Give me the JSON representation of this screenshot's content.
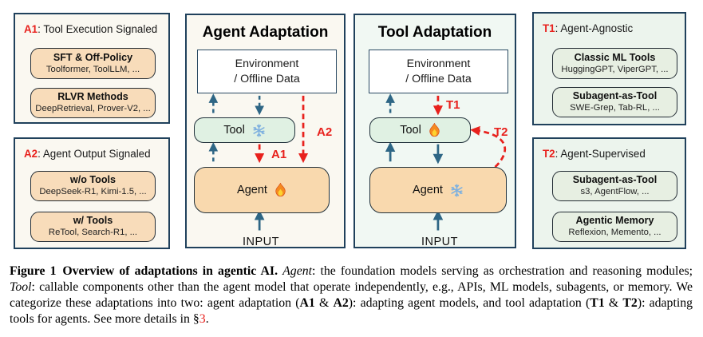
{
  "side_panels": [
    {
      "tag": "A1",
      "rest": ": Tool Execution Signaled",
      "boxes": [
        {
          "name": "SFT & Off-Policy",
          "examples": "Toolformer, ToolLLM, ..."
        },
        {
          "name": "RLVR Methods",
          "examples": "DeepRetrieval, Prover-V2, ..."
        }
      ]
    },
    {
      "tag": "A2",
      "rest": ": Agent Output Signaled",
      "boxes": [
        {
          "name": "w/o Tools",
          "examples": "DeepSeek-R1, Kimi-1.5, ..."
        },
        {
          "name": "w/ Tools",
          "examples": "ReTool, Search-R1, ..."
        }
      ]
    },
    {
      "tag": "T1",
      "rest": ": Agent-Agnostic",
      "boxes": [
        {
          "name": "Classic ML Tools",
          "examples": "HuggingGPT, ViperGPT, ..."
        },
        {
          "name": "Subagent-as-Tool",
          "examples": "SWE-Grep, Tab-RL, ..."
        }
      ]
    },
    {
      "tag": "T2",
      "rest": ": Agent-Supervised",
      "boxes": [
        {
          "name": "Subagent-as-Tool",
          "examples": "s3, AgentFlow, ..."
        },
        {
          "name": "Agentic Memory",
          "examples": "Reflexion, Memento, ..."
        }
      ]
    }
  ],
  "diagrams": {
    "agent": {
      "title": "Agent Adaptation",
      "env_line1": "Environment",
      "env_line2": "/ Offline Data",
      "tool_label": "Tool",
      "tool_icon": "snowflake-icon",
      "agent_label": "Agent",
      "agent_icon": "flame-icon",
      "input_label": "INPUT",
      "arrow1": "A1",
      "arrow2": "A2"
    },
    "tool": {
      "title": "Tool Adaptation",
      "env_line1": "Environment",
      "env_line2": "/ Offline Data",
      "tool_label": "Tool",
      "tool_icon": "flame-icon",
      "agent_label": "Agent",
      "agent_icon": "snowflake-icon",
      "input_label": "INPUT",
      "arrow1": "T1",
      "arrow2": "T2"
    }
  },
  "caption": {
    "segments": [
      {
        "text": "Figure 1 Overview of adaptations in agentic AI.",
        "style": "bold"
      },
      {
        "text": " ",
        "style": "normal"
      },
      {
        "text": "Agent",
        "style": "italic"
      },
      {
        "text": ": the foundation models serving as orchestration and reasoning modules; ",
        "style": "normal"
      },
      {
        "text": "Tool",
        "style": "italic"
      },
      {
        "text": ": callable components other than the agent model that operate independently, e.g., APIs, ML models, subagents, or memory. We categorize these adaptations into two: agent adaptation (",
        "style": "normal"
      },
      {
        "text": "A1",
        "style": "bold"
      },
      {
        "text": " & ",
        "style": "normal"
      },
      {
        "text": "A2",
        "style": "bold"
      },
      {
        "text": "): adapting agent models, and tool adaptation (",
        "style": "normal"
      },
      {
        "text": "T1",
        "style": "bold"
      },
      {
        "text": " & ",
        "style": "normal"
      },
      {
        "text": "T2",
        "style": "bold"
      },
      {
        "text": "): adapting tools for agents. See more details in §",
        "style": "normal"
      },
      {
        "text": "3",
        "style": "red-link"
      },
      {
        "text": ".",
        "style": "normal"
      }
    ]
  },
  "icons": {
    "frozen": "snowflake-icon",
    "trainable": "flame-icon"
  },
  "colors": {
    "accent_red": "#e8211d",
    "arrow_blue": "#2e6685",
    "panel_border": "#20415c",
    "orange_fill": "#f8dcba",
    "green_fill": "#e7efe2",
    "tool_node_green": "#e0f1e3",
    "agent_node_orange": "#f9d9ae",
    "ivory_bg": "#faf8f1",
    "mint_bg": "#ecf4ed"
  }
}
